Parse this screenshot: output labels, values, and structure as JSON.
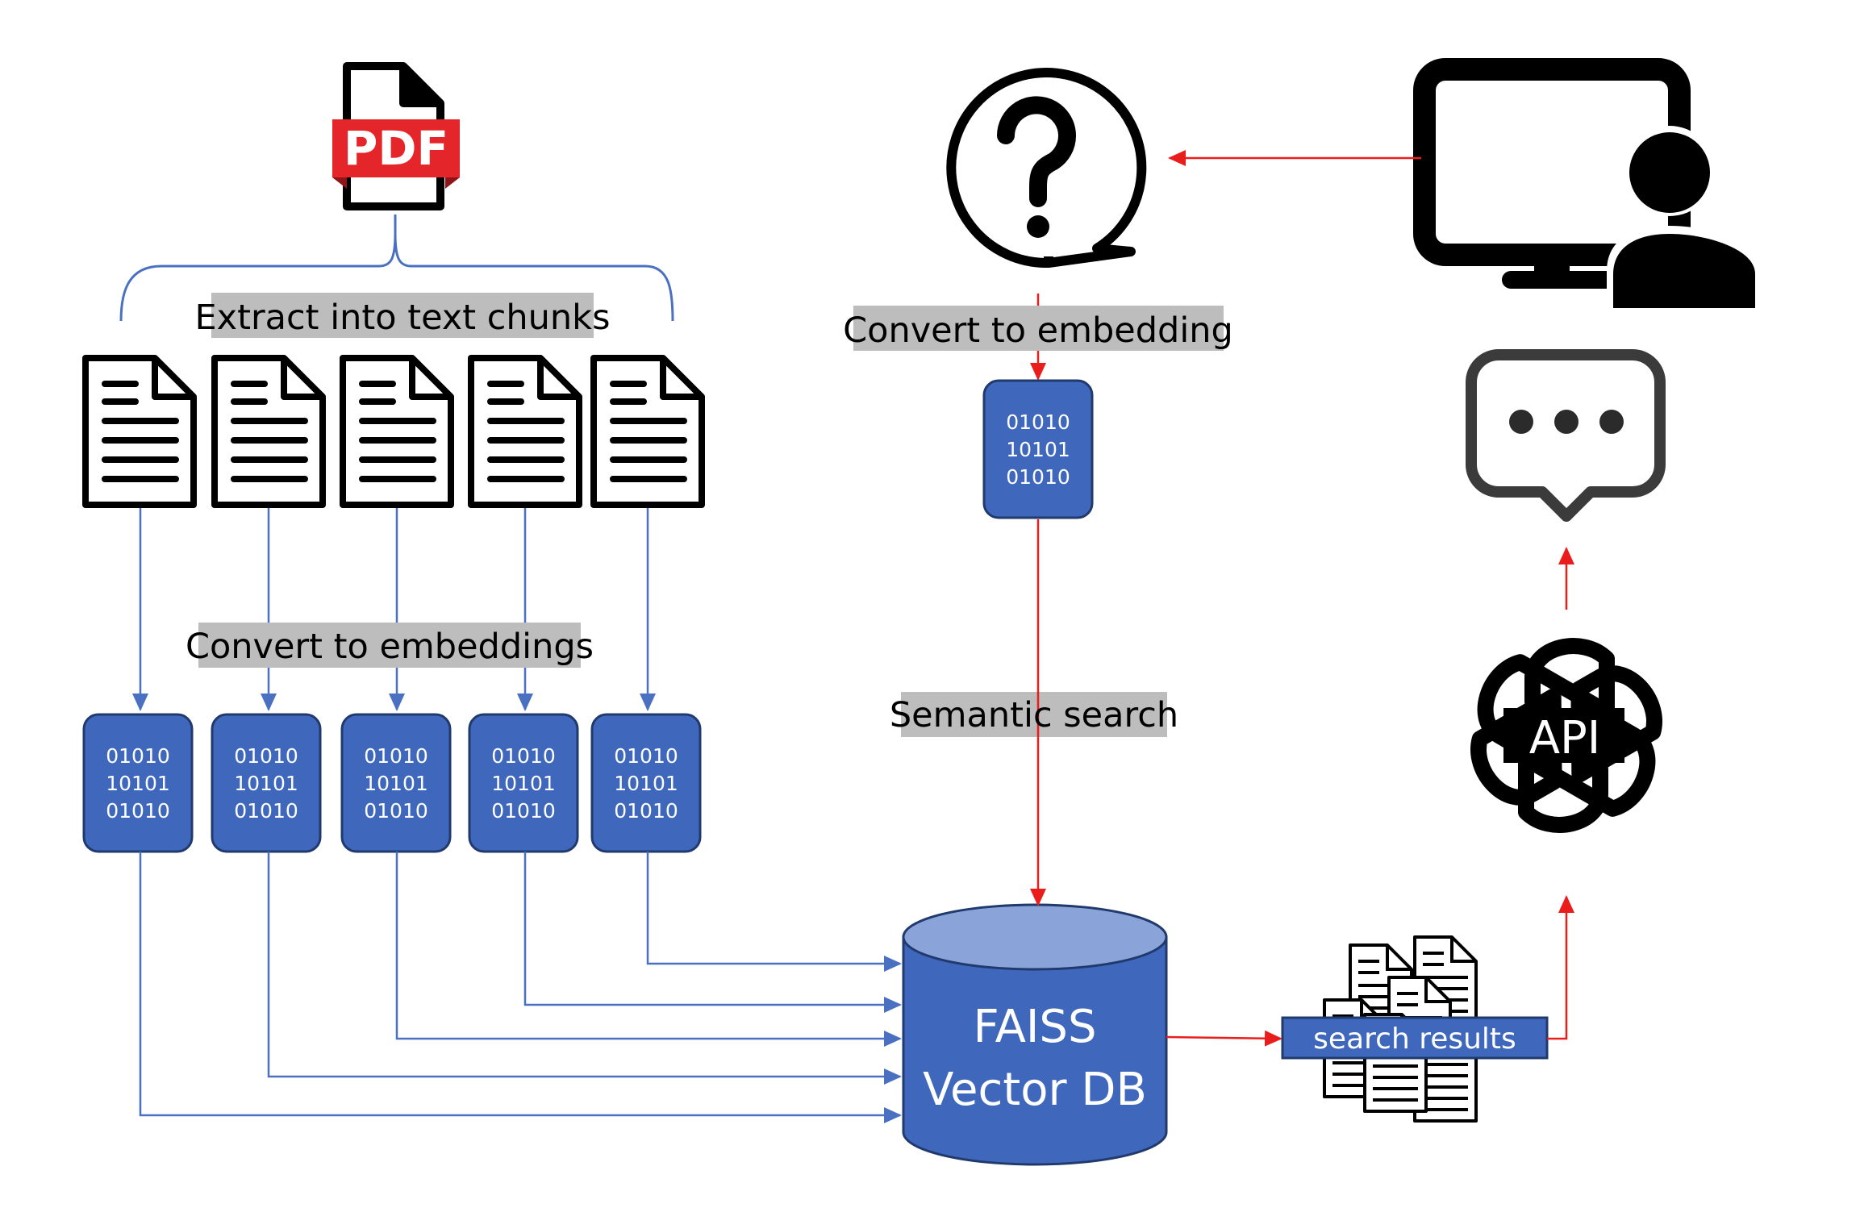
{
  "pdf_badge": "PDF",
  "labels": {
    "extract": "Extract into text chunks",
    "convert_chunks": "Convert to embeddings",
    "convert_query": "Convert to embedding",
    "semantic_search": "Semantic search",
    "search_results": "search results",
    "api": "API"
  },
  "embedding_bits": [
    "01010",
    "10101",
    "01010"
  ],
  "database": {
    "line1": "FAISS",
    "line2": "Vector DB"
  },
  "colors": {
    "blue": "#3F67BB",
    "blue_dark": "#213A6D",
    "blue_top": "#8AA3D8",
    "red_arrow": "#EA1D1D",
    "blue_arrow": "#4A70C2",
    "label_bg": "#BDBDBD",
    "pdf_red": "#E4262B"
  },
  "icons": [
    "pdf-icon",
    "document-icon",
    "question-bubble-icon",
    "computer-user-icon",
    "chat-ellipsis-icon",
    "openai-api-icon",
    "database-icon"
  ]
}
